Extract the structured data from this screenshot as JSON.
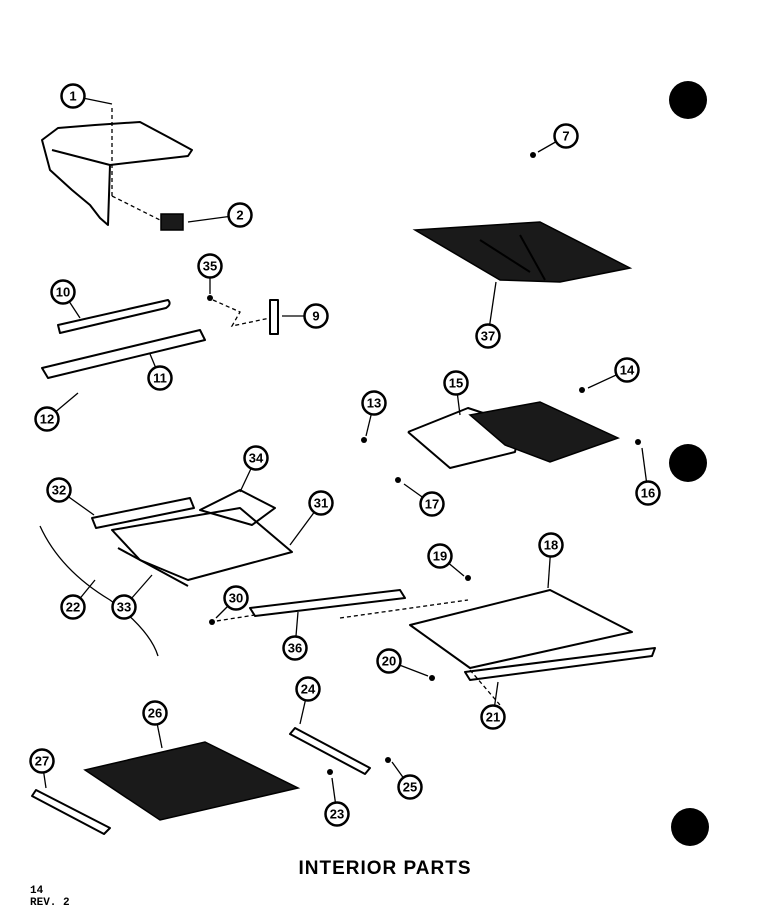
{
  "caption": "INTERIOR PARTS",
  "page_number": "14",
  "revision": "REV. 2",
  "callouts": [
    "1",
    "2",
    "7",
    "35",
    "9",
    "10",
    "37",
    "11",
    "12",
    "14",
    "15",
    "13",
    "16",
    "17",
    "32",
    "34",
    "31",
    "19",
    "18",
    "22",
    "33",
    "30",
    "36",
    "20",
    "21",
    "24",
    "26",
    "27",
    "25",
    "23"
  ]
}
